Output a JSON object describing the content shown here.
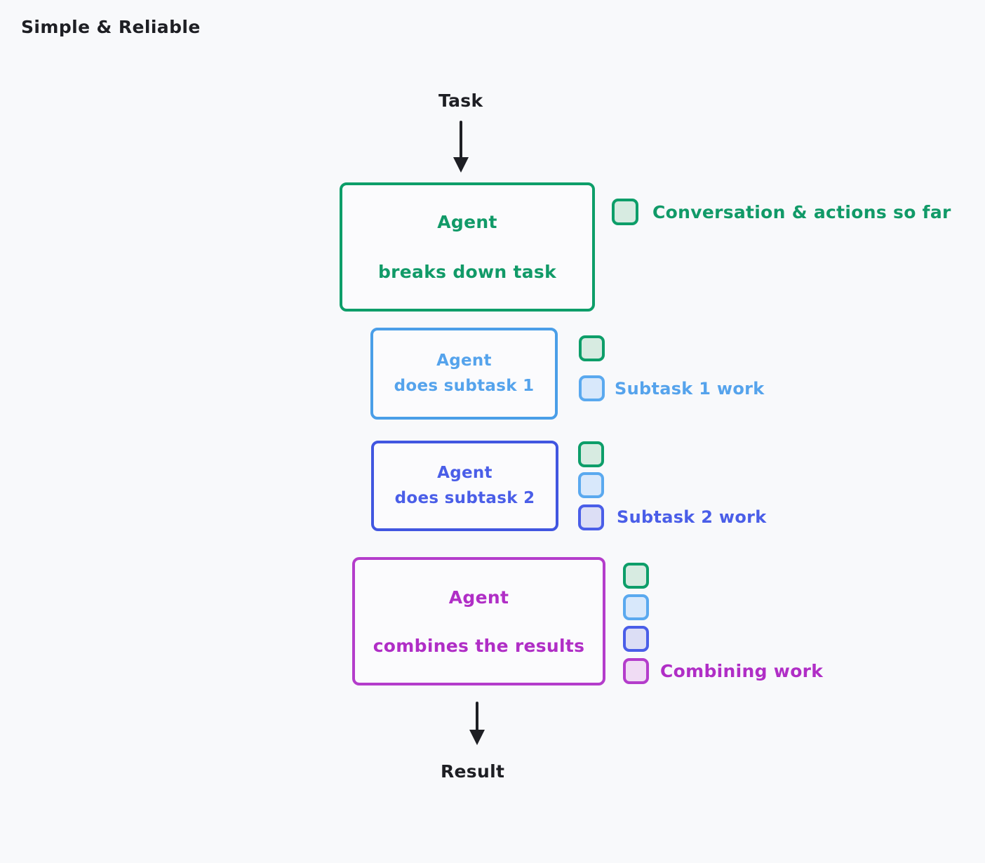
{
  "title": "Simple & Reliable",
  "flow": {
    "input_label": "Task",
    "output_label": "Result",
    "input_arrow_icon": "arrow-down-icon",
    "output_arrow_icon": "arrow-down-icon"
  },
  "colors": {
    "background": "#f8f9fb",
    "text": "#1e1f24",
    "green": "#0d9e69",
    "green_text": "#119a68",
    "green_fill": "#d7ebe1",
    "light_blue": "#5aa9ef",
    "light_blue_text": "#55a3ec",
    "light_blue_fill": "#d8e8fb",
    "royal_blue": "#4a5ee8",
    "royal_blue_fill": "#dcdef5",
    "purple": "#b43dcb",
    "purple_text": "#b02ec6",
    "purple_fill": "#f0dcf4",
    "arrow": "#1e1f24"
  },
  "steps": [
    {
      "id": "breakdown",
      "line_1": "Agent",
      "line_2": "breaks down task",
      "accent": "green"
    },
    {
      "id": "subtask1",
      "line_1": "Agent",
      "line_2": "does subtask 1",
      "accent": "light_blue"
    },
    {
      "id": "subtask2",
      "line_1": "Agent",
      "line_2": "does subtask 2",
      "accent": "royal_blue"
    },
    {
      "id": "combine",
      "line_1": "Agent",
      "line_2": "combines the results",
      "accent": "purple"
    }
  ],
  "legend": [
    {
      "id": "conversation",
      "label": "Conversation & actions so far",
      "accent": "green",
      "swatch_count": 1
    },
    {
      "id": "subtask1_work",
      "label": "Subtask 1 work",
      "accent": "light_blue",
      "swatch_count": 2
    },
    {
      "id": "subtask2_work",
      "label": "Subtask 2 work",
      "accent": "royal_blue",
      "swatch_count": 3
    },
    {
      "id": "combining_work",
      "label": "Combining work",
      "accent": "purple",
      "swatch_count": 4
    }
  ]
}
